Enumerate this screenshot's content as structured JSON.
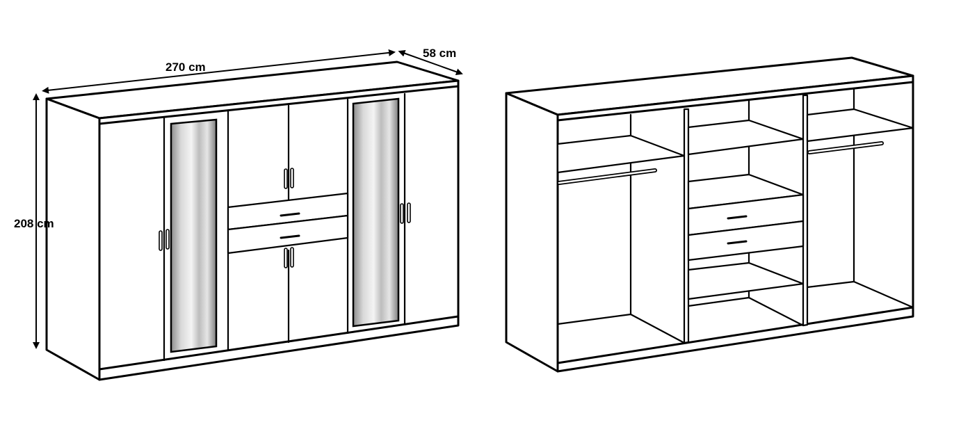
{
  "dimensions": {
    "width_label": "270 cm",
    "depth_label": "58 cm",
    "height_label": "208 cm"
  },
  "colors": {
    "line": "#000000",
    "mirror_dark": "#8a8a8a",
    "mirror_light": "#f2f2f2"
  }
}
